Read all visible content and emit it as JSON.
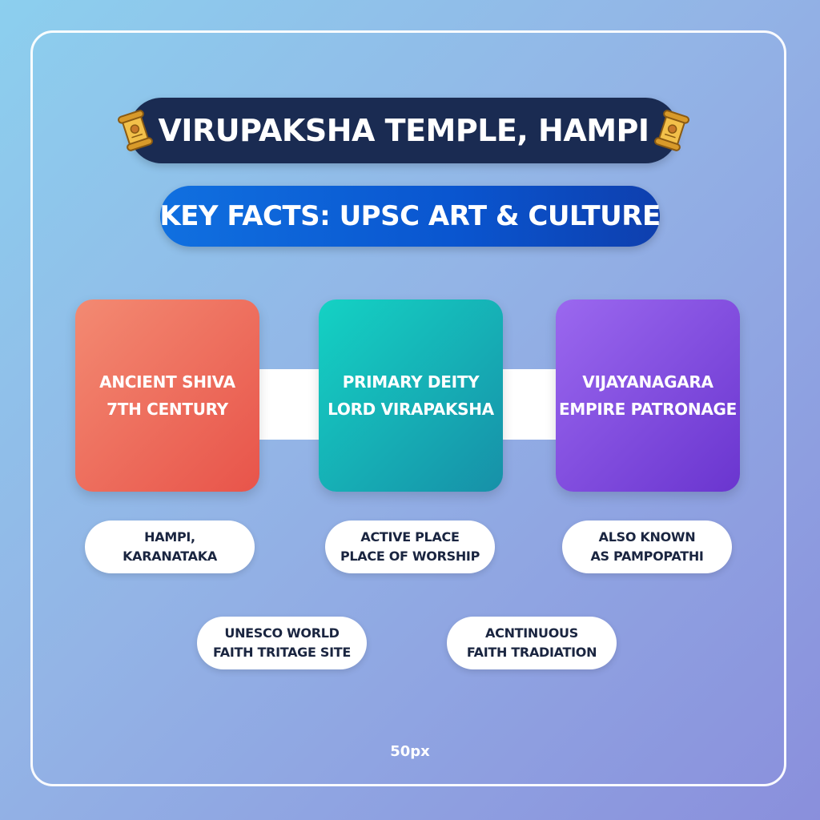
{
  "header": {
    "title": "VIRUPAKSHA TEMPLE, HAMPI",
    "subtitle": "KEY FACTS: UPSC ART & CULTURE",
    "icon": "scroll-icon"
  },
  "cards": [
    {
      "lines": [
        "ANCIENT SHIVA",
        "7TH CENTURY"
      ],
      "color": "#e8544a"
    },
    {
      "lines": [
        "PRIMARY DEITY",
        "LORD VIRAPAKSHA"
      ],
      "color": "#1790a8"
    },
    {
      "lines": [
        "VIJAYANAGARA",
        "EMPIRE PATRONAGE"
      ],
      "color": "#6a35cf"
    }
  ],
  "facts": [
    {
      "lines": [
        "HAMPI,",
        "KARANATAKA"
      ]
    },
    {
      "lines": [
        "ACTIVE PLACE",
        "PLACE OF WORSHIP"
      ]
    },
    {
      "lines": [
        "ALSO KNOWN",
        "AS PAMPOPATHI"
      ]
    },
    {
      "lines": [
        "UNESCO WORLD",
        "FAITH TRITAGE SITE"
      ]
    },
    {
      "lines": [
        "ACNTINUOUS",
        "FAITH TRADIATION"
      ]
    }
  ],
  "footer": {
    "label": "50px"
  },
  "colors": {
    "title_bg": "#1a2b52",
    "subtitle_bg": "#0a55cf",
    "background": "#93b4e6"
  }
}
